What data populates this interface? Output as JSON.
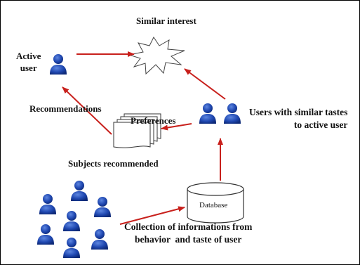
{
  "labels": {
    "similar_interest": "Similar interest",
    "active_user": "Active\nuser",
    "recommendations": "Recommendations",
    "preferences": "Preferences",
    "similar_users": "Users with similar tastes\nto active user",
    "subjects_recommended": "Subjects recommended",
    "database": "Database",
    "collection": "Collection of informations from\nbehavior  and taste of user"
  },
  "colors": {
    "arrow": "#c8201c",
    "user_icon": "#1a3e9c",
    "border": "#000000"
  },
  "icons": [
    "user-icon",
    "starburst-icon",
    "documents-stack-icon",
    "database-cylinder-icon"
  ]
}
